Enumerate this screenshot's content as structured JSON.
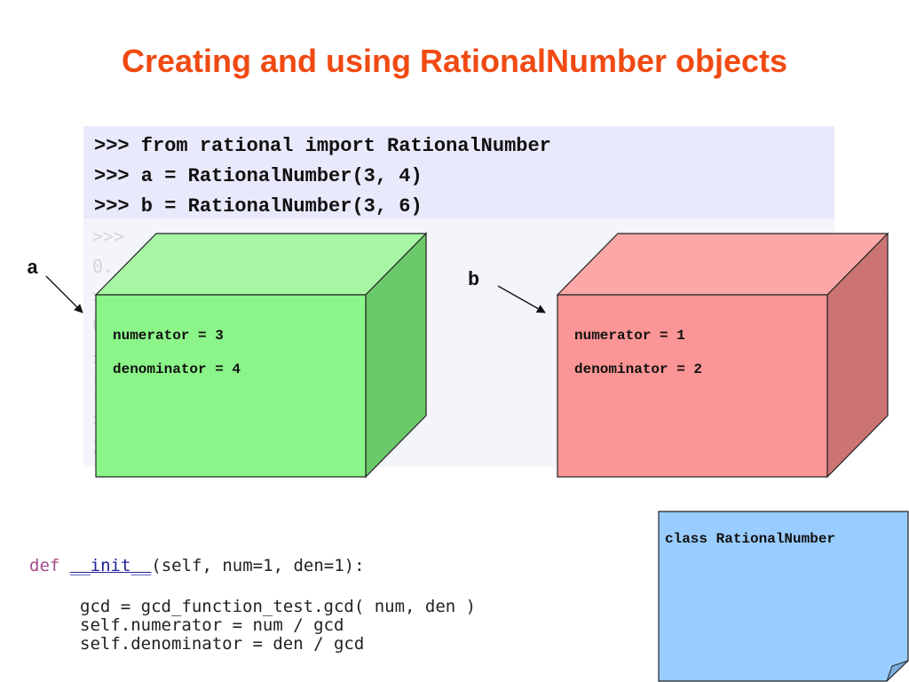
{
  "slide": {
    "title": "Creating and using RationalNumber objects"
  },
  "console": {
    "lines": [
      ">>> from rational import RationalNumber",
      ">>> a = RationalNumber(3, 4)",
      ">>> b = RationalNumber(3, 6)"
    ],
    "ghost_lines": [
      ">>> ",
      "0.",
      ">",
      "0",
      ">",
      "1",
      ">",
      "2"
    ]
  },
  "objects": {
    "a": {
      "ref_label": "a",
      "numerator_text": "numerator = 3",
      "denominator_text": "denominator = 4",
      "colors": {
        "front": "#8cf58a",
        "top": "#a6f6a3",
        "side": "#6cc96a"
      }
    },
    "b": {
      "ref_label": "b",
      "numerator_text": "numerator = 1",
      "denominator_text": "denominator = 2",
      "colors": {
        "front": "#fc9595",
        "top": "#fca8a8",
        "side": "#cc7474"
      }
    }
  },
  "code": {
    "def_keyword": "def",
    "func_name": "__init__",
    "signature": "(self, num=1, den=1):",
    "body": [
      "gcd = gcd_function_test.gcd( num, den )",
      "self.numerator = num / gcd",
      "self.denominator = den / gcd"
    ]
  },
  "note": {
    "label": "class RationalNumber",
    "color": "#99ccff"
  }
}
